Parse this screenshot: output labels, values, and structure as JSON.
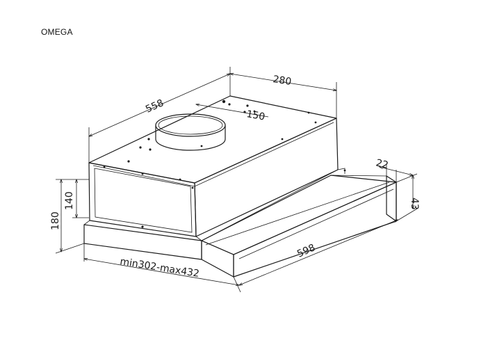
{
  "title": "OMEGA",
  "dimensions": {
    "top_depth": "280",
    "top_length": "558",
    "duct": "150",
    "panel_depth": "22",
    "panel_height": "43",
    "height_total": "180",
    "height_body": "140",
    "width": "598",
    "height_range": "min302-max432"
  }
}
